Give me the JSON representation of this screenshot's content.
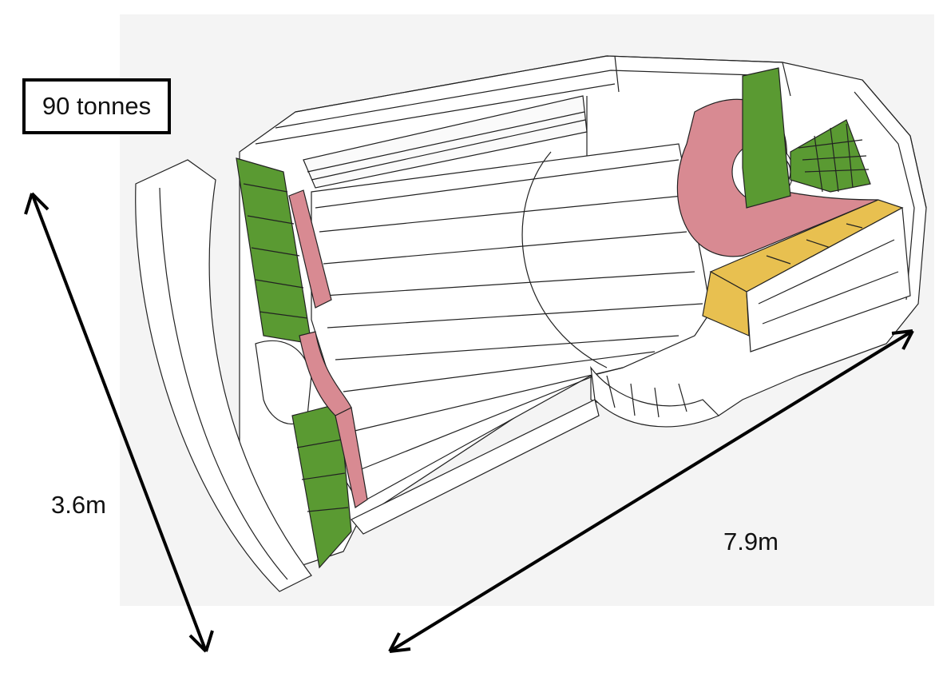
{
  "annotations": {
    "weight": "90 tonnes",
    "height": "3.6m",
    "length": "7.9m"
  },
  "colors": {
    "green_module": "#5a9a32",
    "pink_module": "#d88a92",
    "yellow_module": "#e8c050",
    "background": "#f4f4f4",
    "outline": "#222222"
  }
}
